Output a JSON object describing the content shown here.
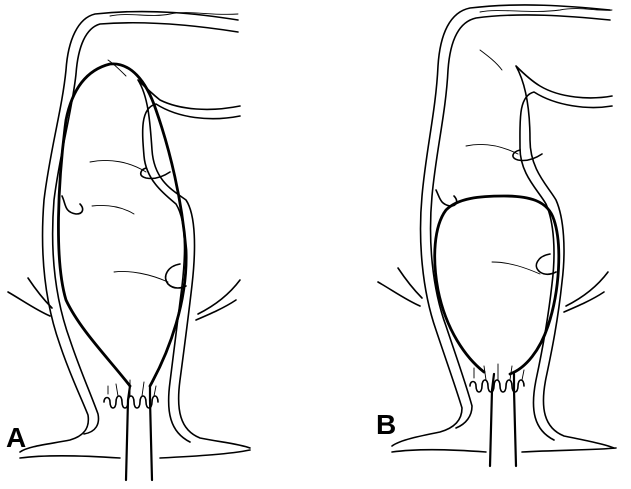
{
  "figure": {
    "panels": [
      {
        "id": "A",
        "label": "A"
      },
      {
        "id": "B",
        "label": "B"
      }
    ]
  }
}
